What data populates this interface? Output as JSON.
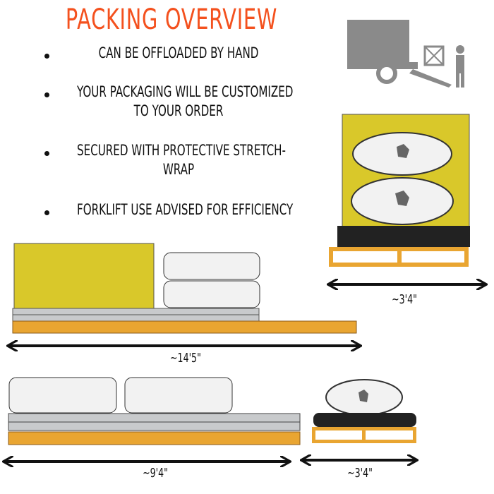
{
  "title": "PACKING OVERVIEW",
  "bullets": [
    {
      "line1": "CAN BE OFFLOADED BY HAND"
    },
    {
      "line1": "YOUR PACKAGING WILL BE CUSTOMIZED",
      "line2": "TO YOUR ORDER"
    },
    {
      "line1": "SECURED WITH PROTECTIVE STRETCH-",
      "line2": "WRAP"
    },
    {
      "line1": "FORKLIFT USE ADVISED FOR EFFICIENCY"
    }
  ],
  "dimensions": {
    "top_right": "~3'4\"",
    "middle": "~14'5\"",
    "bottom_left": "~9'4\"",
    "bottom_right": "~3'4\""
  },
  "colors": {
    "title": "#f4511e",
    "panel": "#d9c82a",
    "pallet": "#e9a531",
    "icon": "#8a8a8a"
  }
}
